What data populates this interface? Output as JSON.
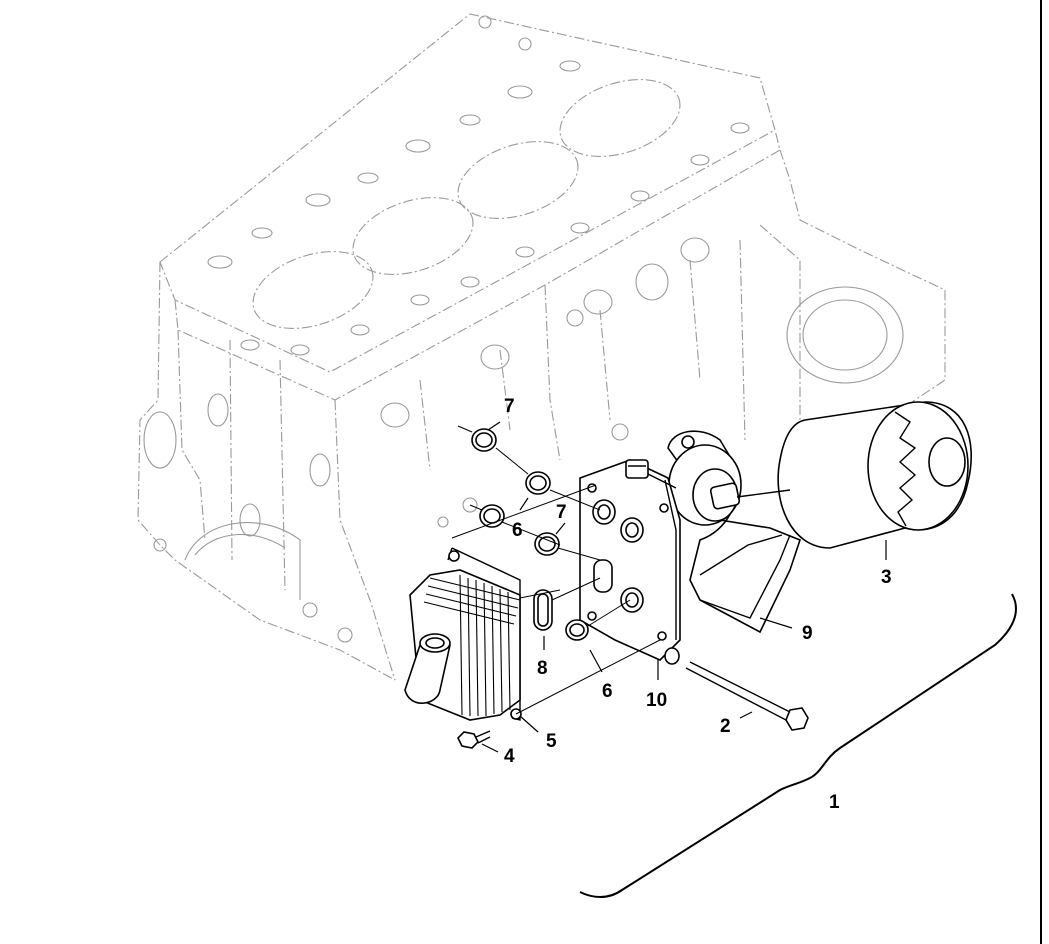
{
  "callouts": [
    {
      "id": "1",
      "label": "1"
    },
    {
      "id": "2",
      "label": "2"
    },
    {
      "id": "3",
      "label": "3"
    },
    {
      "id": "4",
      "label": "4"
    },
    {
      "id": "5",
      "label": "5"
    },
    {
      "id": "6a",
      "label": "6"
    },
    {
      "id": "6b",
      "label": "6"
    },
    {
      "id": "7a",
      "label": "7"
    },
    {
      "id": "7b",
      "label": "7"
    },
    {
      "id": "8",
      "label": "8"
    },
    {
      "id": "9",
      "label": "9"
    },
    {
      "id": "10",
      "label": "10"
    }
  ]
}
